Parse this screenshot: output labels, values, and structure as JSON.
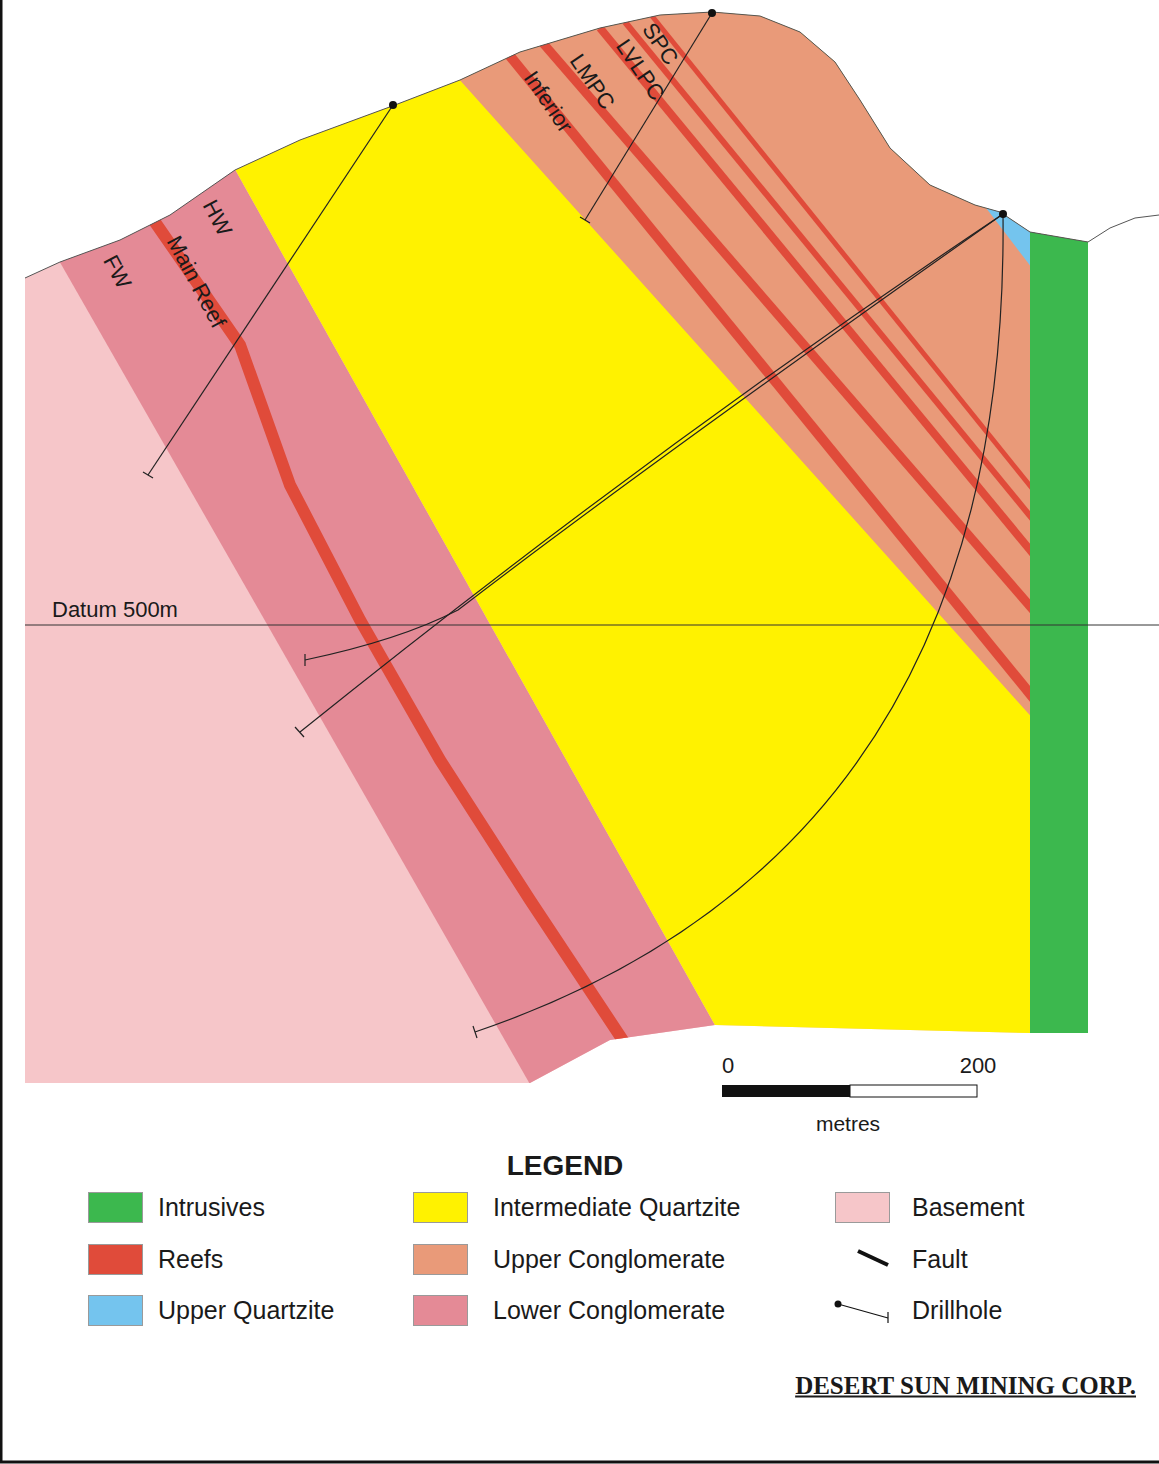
{
  "diagram": {
    "labels": [
      "SPC",
      "LVLPC",
      "LMPC",
      "Inferior",
      "HW",
      "Main Reef",
      "FW",
      "Datum 500m",
      "0",
      "200",
      "metres",
      "LEGEND",
      "DESERT SUN MINING CORP."
    ],
    "legend": [
      {
        "text": "Intrusives",
        "color": "#3cb84e"
      },
      {
        "text": "Reefs",
        "color": "#e04b3a"
      },
      {
        "text": "Upper Quartzite",
        "color": "#74c4ee"
      },
      {
        "text": "Intermediate Quartzite",
        "color": "#fff200"
      },
      {
        "text": "Upper Conglomerate",
        "color": "#e99a79"
      },
      {
        "text": "Lower Conglomerate",
        "color": "#e48a96"
      },
      {
        "text": "Basement",
        "color": "#f6c6c9"
      },
      {
        "text": "Fault"
      },
      {
        "text": "Drillhole"
      }
    ]
  }
}
